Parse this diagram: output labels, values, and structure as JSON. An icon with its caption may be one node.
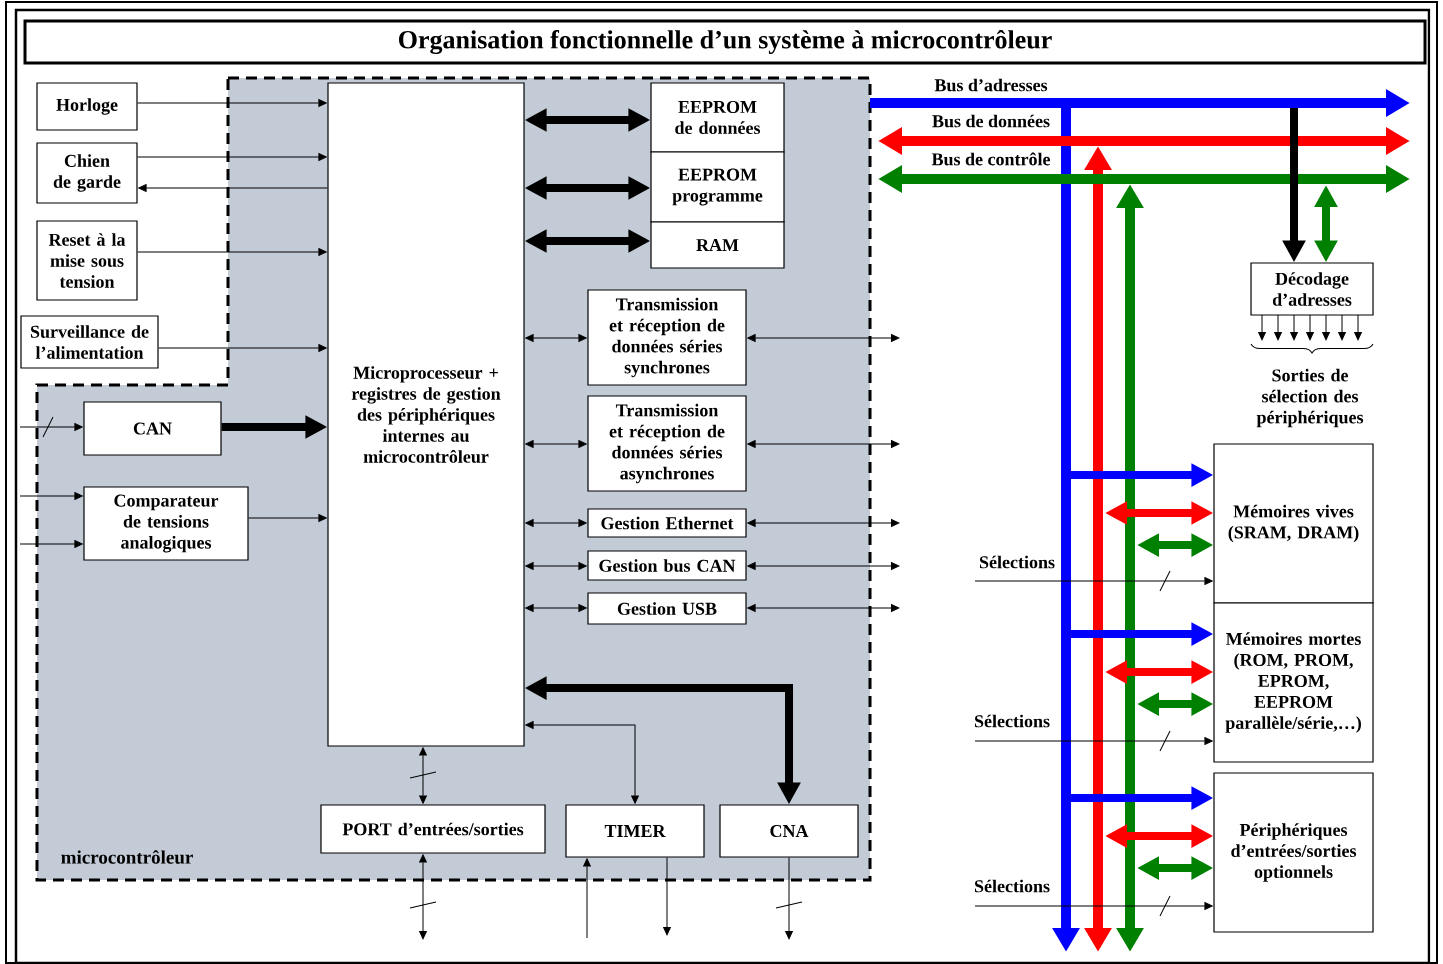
{
  "diagram": {
    "title": "Organisation fonctionnelle d’un système à microcontrôleur",
    "nodes": [
      {
        "text": [
          "microcontrôleur"
        ]
      },
      {
        "text": [
          "Horloge"
        ]
      },
      {
        "text": [
          "Chien de garde"
        ]
      },
      {
        "text": [
          "Reset à la mise sous tension"
        ]
      },
      {
        "text": [
          "Surveillance de l’alimentation"
        ]
      },
      {
        "text": [
          "Microprocesseur + registres de gestion des périphériques internes au microcontrôleur"
        ],
        "in": 0
      },
      {
        "text": [
          "EEPROM de données"
        ],
        "in": 0
      },
      {
        "text": [
          "EEPROM programme"
        ],
        "in": 0
      },
      {
        "text": [
          "RAM"
        ],
        "in": 0
      },
      {
        "text": [
          "Transmission et réception de données séries synchrones"
        ],
        "in": 0
      },
      {
        "text": [
          "Transmission et réception de données séries asynchrones"
        ],
        "in": 0
      },
      {
        "text": [
          "Gestion Ethernet"
        ],
        "in": 0
      },
      {
        "text": [
          "Gestion bus CAN"
        ],
        "in": 0
      },
      {
        "text": [
          "Gestion USB"
        ],
        "in": 0
      },
      {
        "text": [
          "CAN"
        ],
        "in": 0
      },
      {
        "text": [
          "Comparateur de tensions analogiques"
        ],
        "in": 0
      },
      {
        "text": [
          "PORT d’entrées/sorties"
        ],
        "in": 0
      },
      {
        "text": [
          "TIMER"
        ],
        "in": 0
      },
      {
        "text": [
          "CNA"
        ],
        "in": 0
      },
      {
        "text": [
          "Décodage d’adresses"
        ]
      },
      {
        "text": [
          "Mémoires vives (SRAM, DRAM)"
        ]
      },
      {
        "text": [
          "Mémoires mortes (ROM, PROM, EPROM, EEPROM parallèle/série,…)"
        ]
      },
      {
        "text": [
          "Périphériques d’entrées/sorties optionnels"
        ]
      }
    ],
    "edges": [
      {
        "from": 1,
        "to": 5,
        "arrow": "to"
      },
      {
        "from": 2,
        "to": 5,
        "arrow": "to"
      },
      {
        "from": 5,
        "to": 2,
        "arrow": "to"
      },
      {
        "from": 3,
        "to": 5,
        "arrow": "to"
      },
      {
        "from": 4,
        "to": 5,
        "arrow": "to"
      },
      {
        "from": null,
        "to": 14,
        "arrow": "to"
      },
      {
        "from": 14,
        "to": 5,
        "arrow": "to",
        "style": "thick"
      },
      {
        "from": null,
        "to": 15,
        "arrow": "to"
      },
      {
        "from": null,
        "to": 15,
        "arrow": "to"
      },
      {
        "from": 15,
        "to": 5,
        "arrow": "to"
      },
      {
        "from": 5,
        "to": 6,
        "arrow": "both",
        "style": "thick"
      },
      {
        "from": 5,
        "to": 7,
        "arrow": "both",
        "style": "thick"
      },
      {
        "from": 5,
        "to": 8,
        "arrow": "both",
        "style": "thick"
      },
      {
        "from": 5,
        "to": 9,
        "arrow": "both"
      },
      {
        "from": 9,
        "to": null,
        "arrow": "both"
      },
      {
        "from": 5,
        "to": 10,
        "arrow": "both"
      },
      {
        "from": 10,
        "to": null,
        "arrow": "both"
      },
      {
        "from": 5,
        "to": 11,
        "arrow": "both"
      },
      {
        "from": 11,
        "to": null,
        "arrow": "both"
      },
      {
        "from": 5,
        "to": 12,
        "arrow": "both"
      },
      {
        "from": 12,
        "to": null,
        "arrow": "both"
      },
      {
        "from": 5,
        "to": 13,
        "arrow": "both"
      },
      {
        "from": 13,
        "to": null,
        "arrow": "both"
      },
      {
        "from": 5,
        "to": 18,
        "arrow": "both",
        "style": "thick"
      },
      {
        "from": 5,
        "to": 17,
        "arrow": "both"
      },
      {
        "from": 5,
        "to": 16,
        "arrow": "both"
      },
      {
        "from": 16,
        "to": null,
        "arrow": "both"
      },
      {
        "from": null,
        "to": 17,
        "arrow": "to"
      },
      {
        "from": 17,
        "to": null,
        "arrow": "to"
      },
      {
        "from": 18,
        "to": null,
        "arrow": "to"
      },
      {
        "from": null,
        "to": 19,
        "arrow": "to",
        "style": "thick"
      },
      {
        "from": null,
        "to": 19,
        "arrow": "both",
        "style": "thick",
        "color": "#008000"
      },
      {
        "from": null,
        "to": 20,
        "arrow": "to",
        "style": "thick",
        "color": "#0000ff"
      },
      {
        "from": null,
        "to": 20,
        "arrow": "both",
        "style": "thick",
        "color": "#ff0000"
      },
      {
        "from": null,
        "to": 20,
        "arrow": "both",
        "style": "thick",
        "color": "#008000"
      },
      {
        "from": null,
        "to": 20,
        "arrow": "to"
      },
      {
        "from": null,
        "to": 21,
        "arrow": "to",
        "style": "thick",
        "color": "#0000ff"
      },
      {
        "from": null,
        "to": 21,
        "arrow": "both",
        "style": "thick",
        "color": "#ff0000"
      },
      {
        "from": null,
        "to": 21,
        "arrow": "both",
        "style": "thick",
        "color": "#008000"
      },
      {
        "from": null,
        "to": 21,
        "arrow": "to"
      },
      {
        "from": null,
        "to": 22,
        "arrow": "to",
        "style": "thick",
        "color": "#0000ff"
      },
      {
        "from": null,
        "to": 22,
        "arrow": "both",
        "style": "thick",
        "color": "#ff0000"
      },
      {
        "from": null,
        "to": 22,
        "arrow": "both",
        "style": "thick",
        "color": "#008000"
      },
      {
        "from": null,
        "to": 22,
        "arrow": "to"
      }
    ],
    "labels": [
      "Bus d’adresses",
      "Bus de données",
      "Bus de contrôle",
      "Sorties de sélection des périphériques",
      "Sélections",
      "Sélections",
      "Sélections"
    ]
  }
}
